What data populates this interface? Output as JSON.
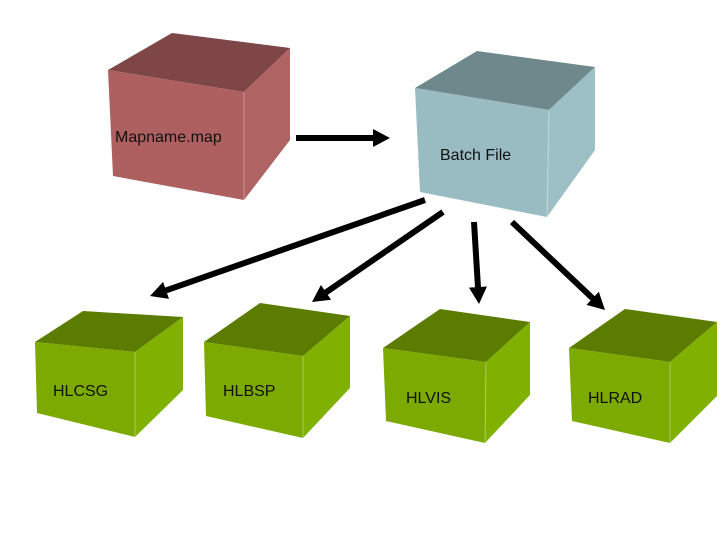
{
  "diagram": {
    "nodes": [
      {
        "id": "mapname",
        "label": "Mapname.map",
        "colors": {
          "front": "#ae6060",
          "top": "#7e4646",
          "side": "#b06363"
        }
      },
      {
        "id": "batch",
        "label": "Batch File",
        "colors": {
          "front": "#99bcc2",
          "top": "#6f888c",
          "side": "#9cc0c5"
        }
      },
      {
        "id": "hlcsg",
        "label": "HLCSG",
        "colors": {
          "front": "#7caa00",
          "top": "#5b7c00",
          "side": "#80b000"
        }
      },
      {
        "id": "hlbsp",
        "label": "HLBSP",
        "colors": {
          "front": "#7caa00",
          "top": "#5b7c00",
          "side": "#80b000"
        }
      },
      {
        "id": "hlvis",
        "label": "HLVIS",
        "colors": {
          "front": "#7caa00",
          "top": "#5b7c00",
          "side": "#80b000"
        }
      },
      {
        "id": "hlrad",
        "label": "HLRAD",
        "colors": {
          "front": "#7caa00",
          "top": "#5b7c00",
          "side": "#80b000"
        }
      }
    ],
    "edges": [
      {
        "from": "mapname",
        "to": "batch"
      },
      {
        "from": "batch",
        "to": "hlcsg"
      },
      {
        "from": "batch",
        "to": "hlbsp"
      },
      {
        "from": "batch",
        "to": "hlvis"
      },
      {
        "from": "batch",
        "to": "hlrad"
      }
    ],
    "arrow_color": "#000000"
  }
}
